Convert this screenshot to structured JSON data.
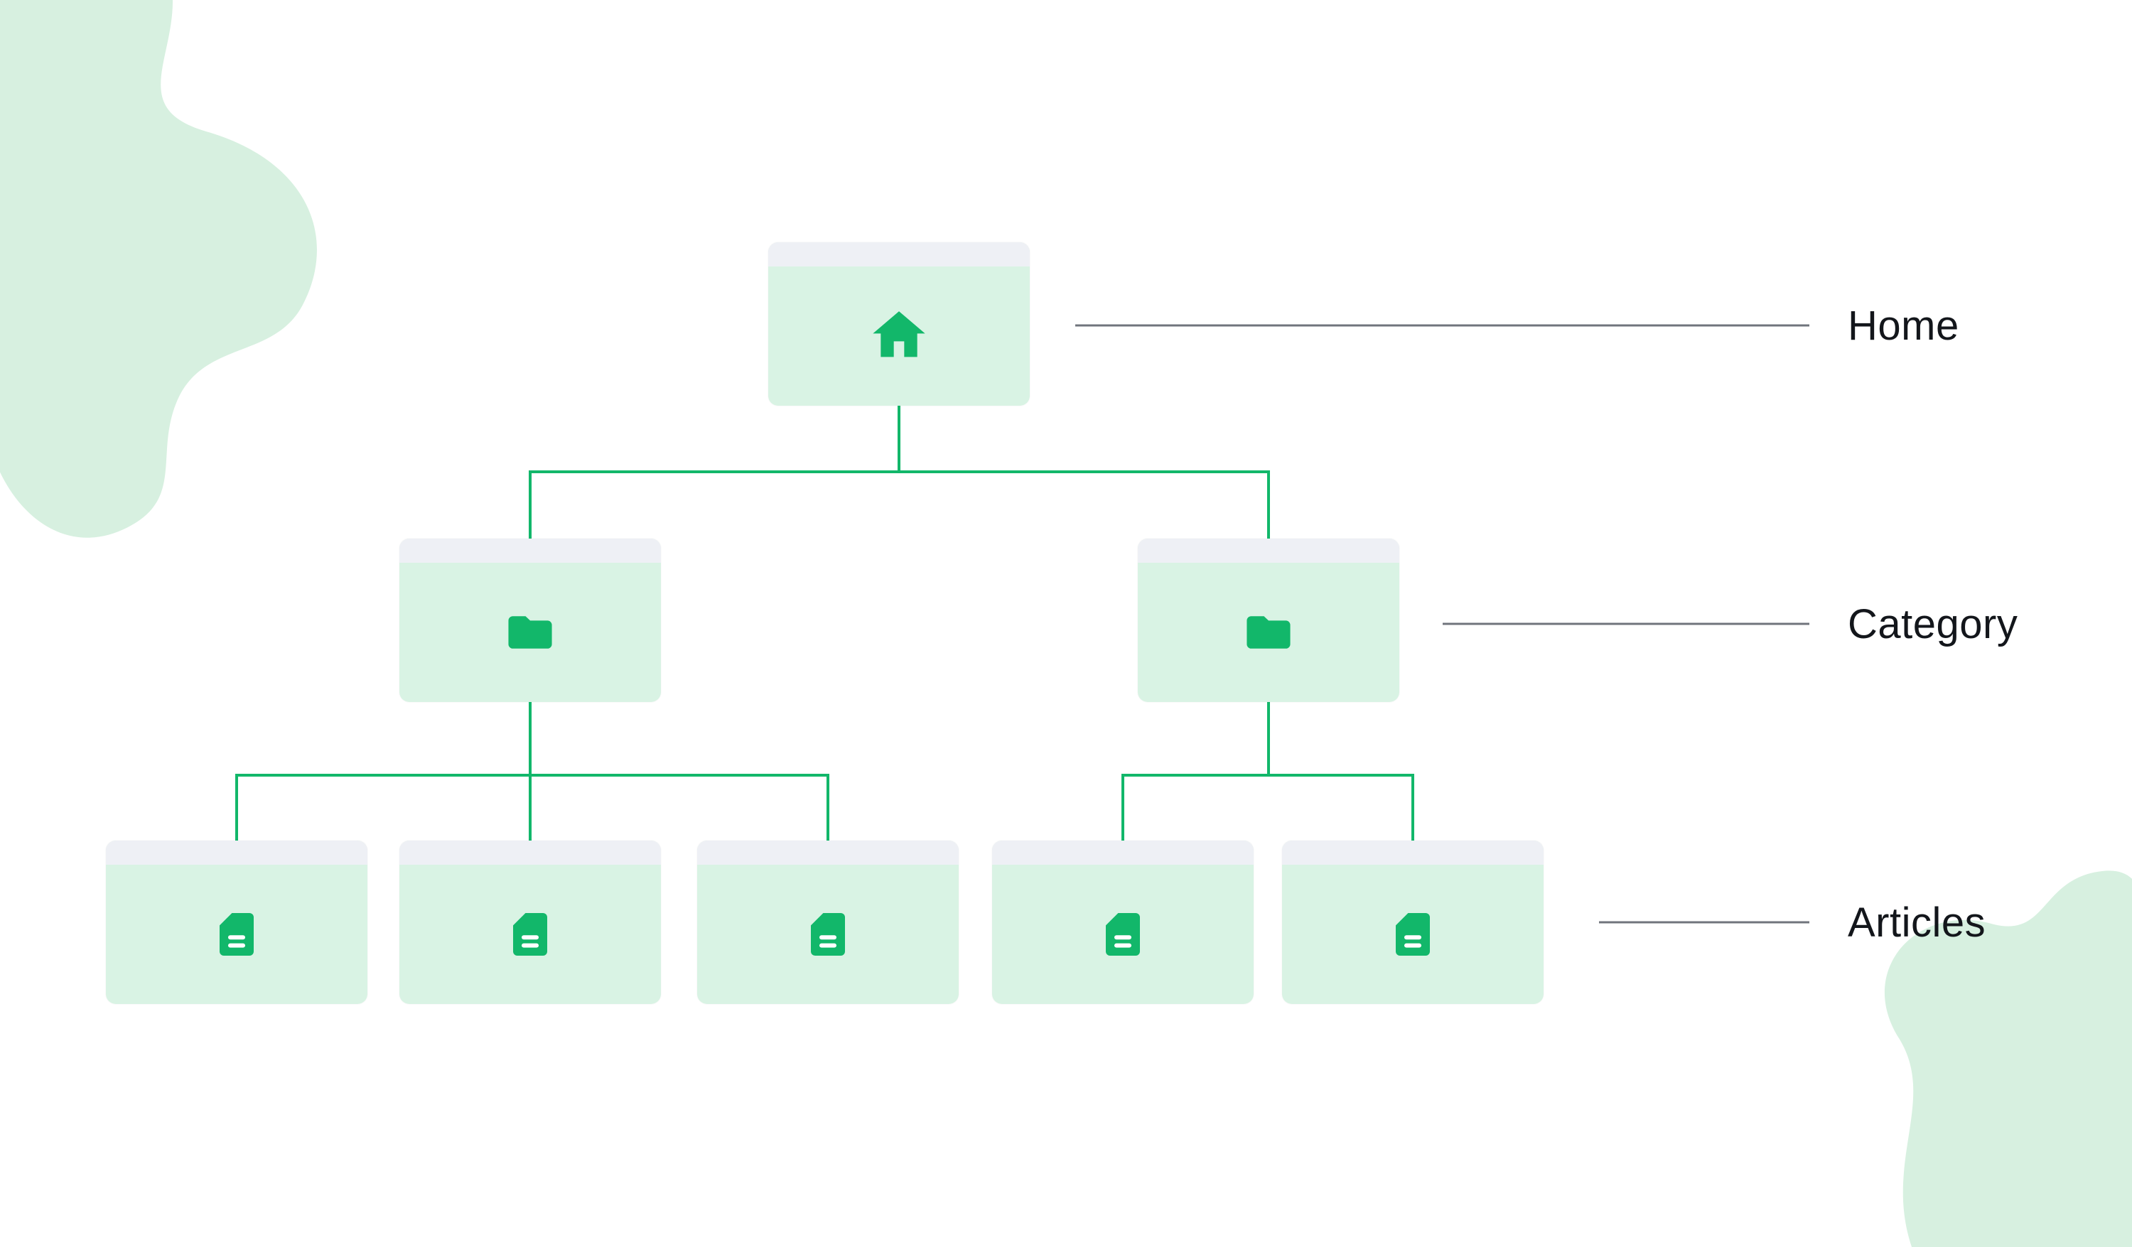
{
  "labels": {
    "home": "Home",
    "category": "Category",
    "articles": "Articles"
  },
  "nodes": {
    "home": {
      "icon": "home-icon",
      "level": 1
    },
    "categories": [
      {
        "icon": "folder-icon",
        "level": 2
      },
      {
        "icon": "folder-icon",
        "level": 2
      }
    ],
    "articles": [
      {
        "icon": "document-icon",
        "level": 3
      },
      {
        "icon": "document-icon",
        "level": 3
      },
      {
        "icon": "document-icon",
        "level": 3
      },
      {
        "icon": "document-icon",
        "level": 3
      },
      {
        "icon": "document-icon",
        "level": 3
      }
    ]
  },
  "colors": {
    "background": "#ffffff",
    "accent_green": "#12b76a",
    "connector_green": "#12b76a",
    "node_body": "#d9f3e4",
    "node_header": "#eef0f5",
    "blob": "#d7f0e0",
    "label_line": "#70747c",
    "label_text": "#13161b"
  }
}
